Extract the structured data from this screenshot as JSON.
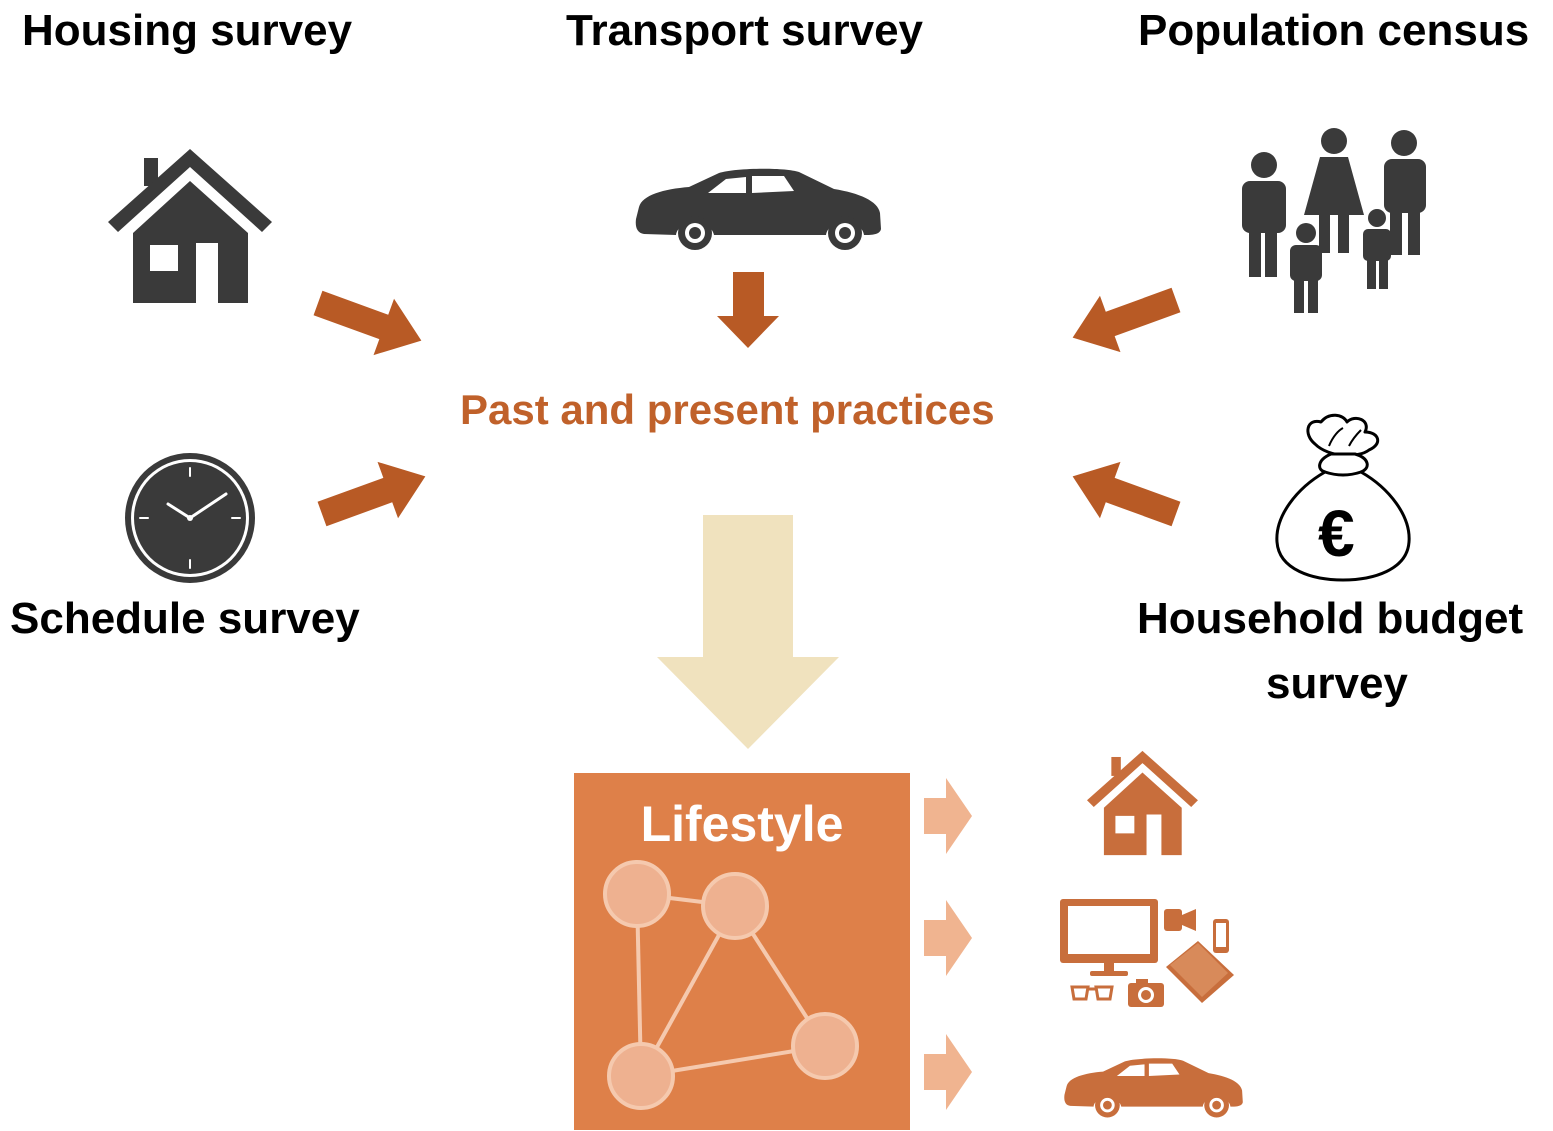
{
  "sources": {
    "housing": "Housing survey",
    "transport": "Transport survey",
    "population": "Population census",
    "schedule": "Schedule survey",
    "budget_line1": "Household budget",
    "budget_line2": "survey"
  },
  "center": {
    "practices": "Past and present practices"
  },
  "lifestyle": {
    "title": "Lifestyle"
  },
  "money_symbol": "€",
  "colors": {
    "dark_icon": "#3a3a3a",
    "arrow": "#b85a25",
    "practices_text": "#c0612a",
    "big_arrow": "#f0e2be",
    "lifestyle_box": "#de8049",
    "network_node": "#eeb190",
    "network_edge": "#f5c9ae",
    "small_arrow": "#f0b490",
    "output_icon": "#c86e3c"
  },
  "icons": {
    "housing": "house-icon",
    "transport": "car-icon",
    "population": "family-icon",
    "schedule": "clock-icon",
    "budget": "money-bag-icon",
    "outputs": [
      "house-icon",
      "devices-icon",
      "car-icon"
    ]
  }
}
